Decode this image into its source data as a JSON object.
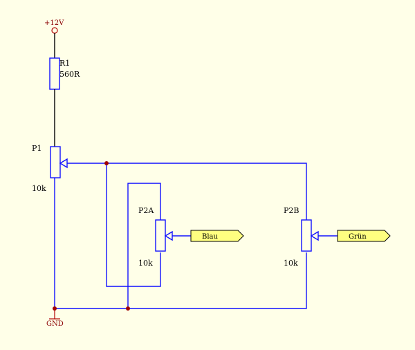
{
  "power": {
    "vcc_label": "+12V",
    "gnd_label": "GND"
  },
  "components": {
    "r1": {
      "ref": "R1",
      "value": "560R"
    },
    "p1": {
      "ref": "P1",
      "value": "10k"
    },
    "p2a": {
      "ref": "P2A",
      "value": "10k"
    },
    "p2b": {
      "ref": "P2B",
      "value": "10k"
    }
  },
  "ports": {
    "blau": "Blau",
    "gruen": "Grün"
  },
  "colors": {
    "background": "#ffffe8",
    "wire": "#1010ff",
    "junction": "#a00000",
    "power_symbol": "#b00000",
    "port_fill": "#ffff80"
  }
}
